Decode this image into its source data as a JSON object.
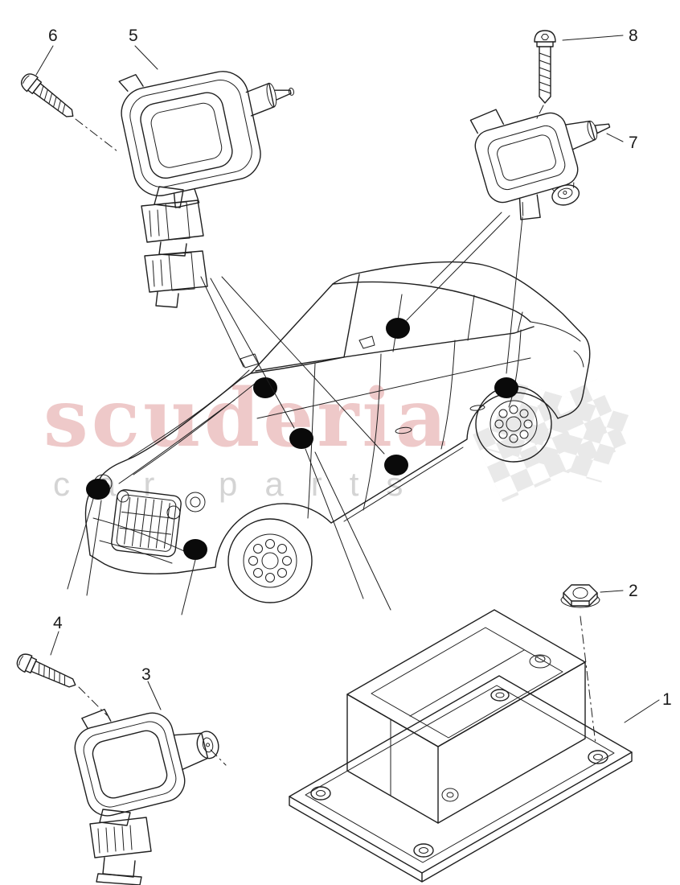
{
  "watermark": {
    "brand": "scuderia",
    "subtitle": "car parts"
  },
  "callouts": {
    "n1": "1",
    "n2": "2",
    "n3": "3",
    "n4": "4",
    "n5": "5",
    "n6": "6",
    "n7": "7",
    "n8": "8"
  },
  "colors": {
    "line": "#1f1f1f",
    "background": "#ffffff",
    "watermark_pink": "#eec9c9",
    "watermark_gray": "#d4d4d4",
    "location_dot": "#0a0a0a"
  }
}
